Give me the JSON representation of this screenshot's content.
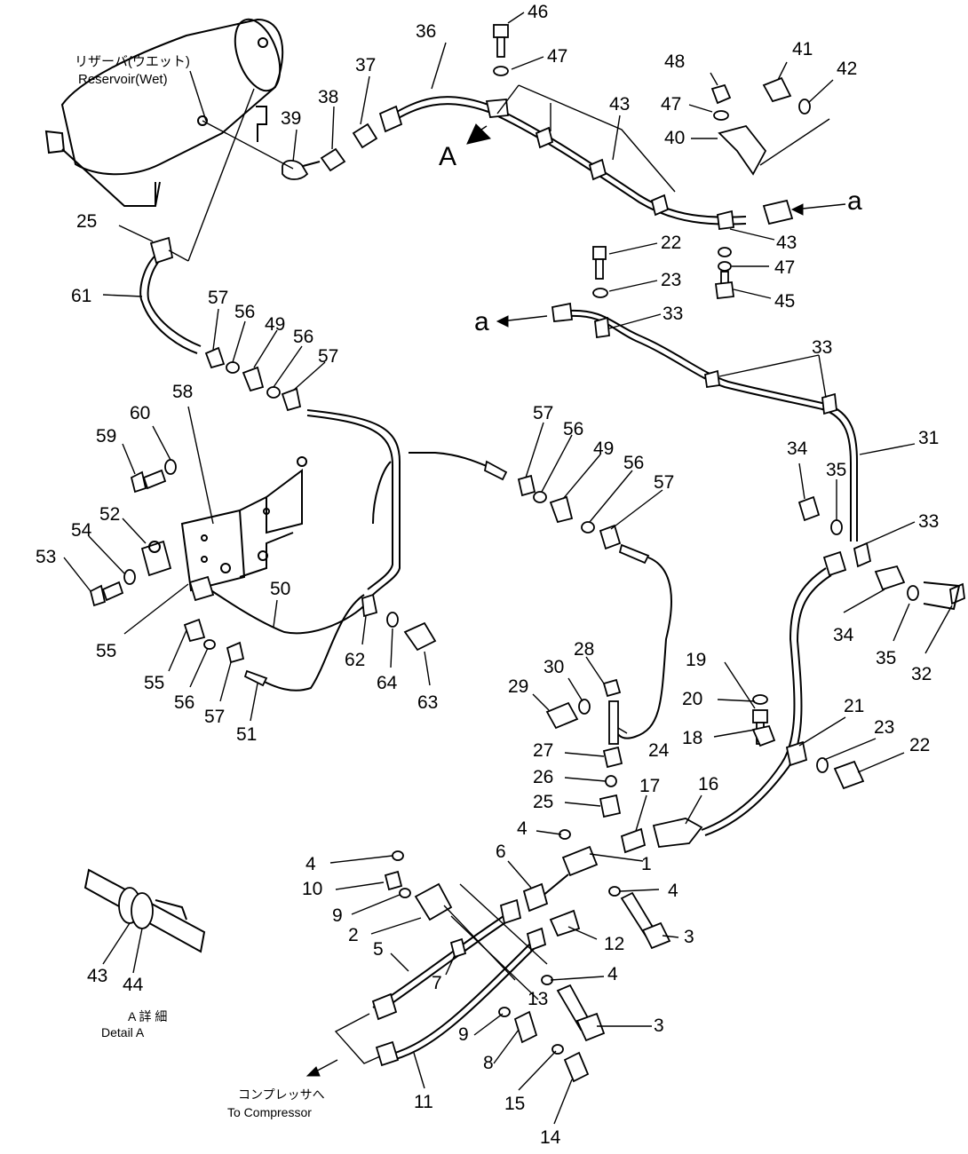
{
  "reservoir": {
    "label_ja": "リザーバ(ウエット)",
    "label_en": "Reservoir(Wet)"
  },
  "detail": {
    "label_ja": "A 詳 細",
    "label_en": "Detail A"
  },
  "compressor": {
    "label_ja": "コンプレッサへ",
    "label_en": "To Compressor"
  },
  "view_marker": "A",
  "connector_a": "a",
  "part_numbers": {
    "p1": "1",
    "p2": "2",
    "p3a": "3",
    "p3b": "3",
    "p4a": "4",
    "p4b": "4",
    "p4c": "4",
    "p4d": "4",
    "p5": "5",
    "p6": "6",
    "p7": "7",
    "p8": "8",
    "p9a": "9",
    "p9b": "9",
    "p10": "10",
    "p11": "11",
    "p12": "12",
    "p13": "13",
    "p14": "14",
    "p15": "15",
    "p16": "16",
    "p17": "17",
    "p18": "18",
    "p19": "19",
    "p20": "20",
    "p21": "21",
    "p22a": "22",
    "p22b": "22",
    "p23a": "23",
    "p23b": "23",
    "p24": "24",
    "p25a": "25",
    "p25b": "25",
    "p26": "26",
    "p27": "27",
    "p28": "28",
    "p29": "29",
    "p30": "30",
    "p31": "31",
    "p32": "32",
    "p33a": "33",
    "p33b": "33",
    "p33c": "33",
    "p34a": "34",
    "p34b": "34",
    "p35a": "35",
    "p35b": "35",
    "p36": "36",
    "p37": "37",
    "p38": "38",
    "p39": "39",
    "p40": "40",
    "p41": "41",
    "p42": "42",
    "p43a": "43",
    "p43b": "43",
    "p43c": "43",
    "p44": "44",
    "p45": "45",
    "p46": "46",
    "p47a": "47",
    "p47b": "47",
    "p47c": "47",
    "p48": "48",
    "p49a": "49",
    "p49b": "49",
    "p50": "50",
    "p51": "51",
    "p52": "52",
    "p53": "53",
    "p54": "54",
    "p55a": "55",
    "p55b": "55",
    "p56a": "56",
    "p56b": "56",
    "p56c": "56",
    "p56d": "56",
    "p56e": "56",
    "p57a": "57",
    "p57b": "57",
    "p57c": "57",
    "p57d": "57",
    "p57e": "57",
    "p58": "58",
    "p59": "59",
    "p60": "60",
    "p61": "61",
    "p62": "62",
    "p63": "63",
    "p64": "64"
  }
}
